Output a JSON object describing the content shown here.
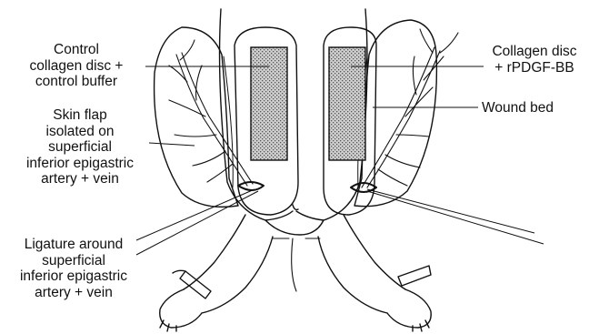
{
  "labels": {
    "control": [
      "Control",
      "collagen disc +",
      "control buffer"
    ],
    "flap": [
      "Skin flap",
      "isolated on",
      "superficial",
      "inferior epigastric",
      "artery + vein"
    ],
    "ligature": [
      "Ligature around",
      "superficial",
      "inferior epigastric",
      "artery + vein"
    ],
    "treated": [
      "Collagen disc",
      "+ rPDGF-BB"
    ],
    "wound": [
      "Wound bed"
    ]
  },
  "colors": {
    "ink": "#111111",
    "stipple": "#9a9a9a",
    "background": "#ffffff"
  }
}
